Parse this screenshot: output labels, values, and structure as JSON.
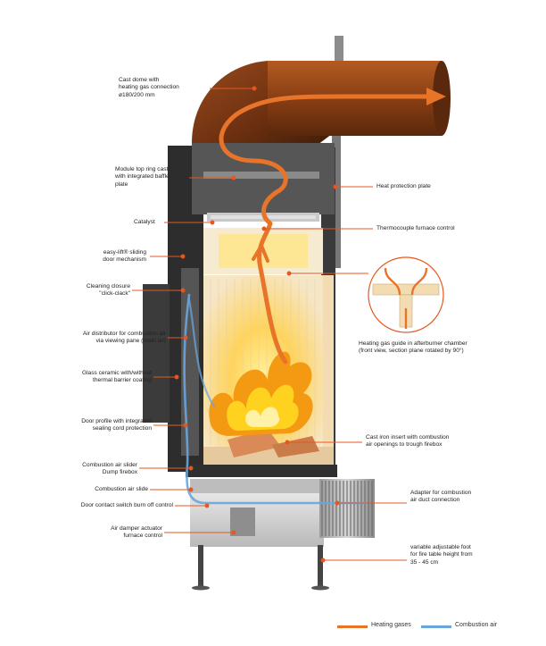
{
  "colors": {
    "heating_gases": "#e8742a",
    "combustion_air": "#6aa6dc",
    "leader": "#e5571f",
    "body_dark": "#2d2d2d",
    "firebox": "#f3e3c6",
    "lining": "#f7e9cc",
    "flame_yellow": "#ffd21f",
    "flame_orange": "#f39a12",
    "dome": "#7a3a14"
  },
  "labels": {
    "cast_dome": "Cast dome with\nheating gas connection\nø180/200 mm",
    "module_top_ring": "Module top ring cast\nwith integrated baffle\nplate",
    "catalyst": "Catalyst",
    "easy_lift": "easy-lift® sliding\ndoor mechanism",
    "cleaning_closure": "Cleaning closure\n\"click-clack\"",
    "air_distributor": "Air distributor for combustion air\nvia viewing pane (main air)",
    "glass_ceramic": "Glass ceramic with/without\nthermal barrier coating",
    "door_profile": "Door profile with integrated\nsealing cord protection",
    "combustion_air_slider": "Combustion air slider\nDump firebox",
    "combustion_air_slide": "Combustion air slide",
    "door_contact": "Door contact switch burn off control",
    "air_damper": "Air damper actuator\nfurnace control",
    "heat_protection": "Heat protection plate",
    "thermocouple": "Thermocouple furnace control",
    "heating_gas_guide": "Heating gas guide in afterburner chamber\n(front view, section plane rotated by 90°)",
    "cast_iron_insert": "Cast iron insert with combustion\nair openings to trough firebox",
    "adapter": "Adapter for combustion\nair duct connection",
    "foot": "variable adjustable foot\nfor fire table height from\n35 - 45 cm"
  },
  "legend": {
    "heating_gases": "Heating gases",
    "combustion_air": "Combustion air"
  }
}
